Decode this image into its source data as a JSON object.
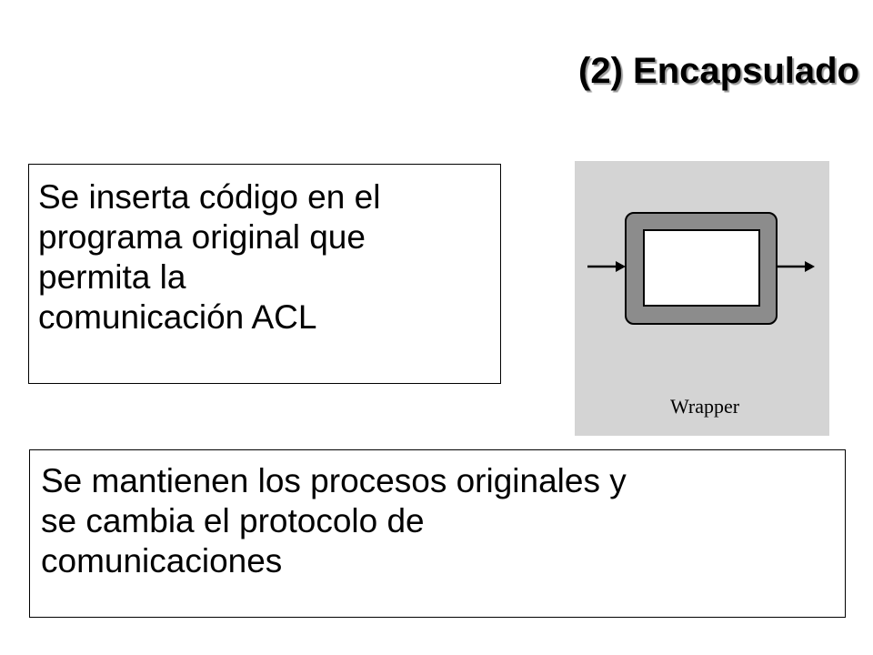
{
  "slide": {
    "title": "(2) Encapsulado",
    "box_top": {
      "lines": [
        "Se inserta código en el",
        "programa original que",
        "permita la",
        "comunicación ACL"
      ]
    },
    "box_bottom": {
      "lines": [
        "Se mantienen los procesos originales y",
        "se cambia el protocolo de",
        "comunicaciones"
      ]
    },
    "figure": {
      "caption": "Wrapper",
      "background_color": "#d4d4d4",
      "wrapper_color": "#8c8c8c",
      "inner_color": "#ffffff"
    }
  }
}
